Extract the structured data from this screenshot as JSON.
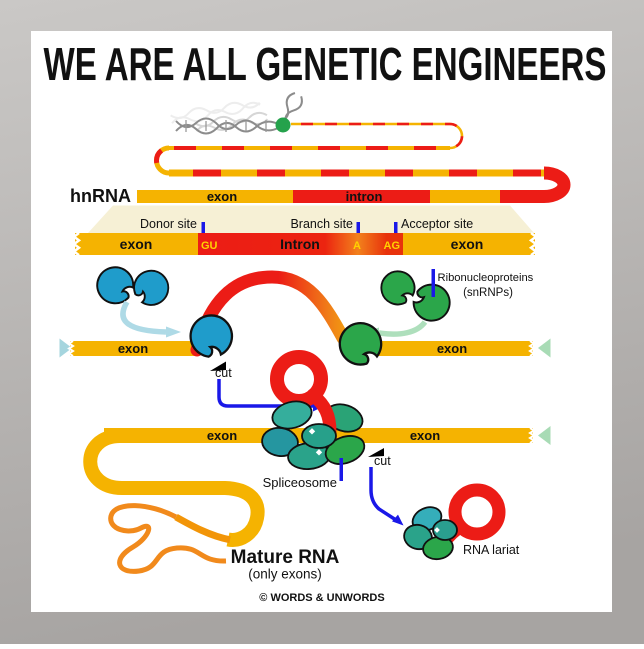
{
  "title": "WE ARE ALL GENETIC ENGINEERS",
  "hnrna": {
    "label": "hnRNA",
    "exon_label": "exon",
    "intron_label": "intron"
  },
  "zoom_bar": {
    "donor_site": "Donor site",
    "branch_site": "Branch site",
    "acceptor_site": "Acceptor site",
    "exon_left": "exon",
    "gu": "GU",
    "intron_label": "Intron",
    "branch_a": "A",
    "ag": "AG",
    "exon_right": "exon"
  },
  "snrnp": {
    "line1": "Ribonucleoproteins",
    "line2": "(snRNPs)"
  },
  "stage2": {
    "exon_left": "exon",
    "exon_right": "exon",
    "cut_label": "cut"
  },
  "stage3": {
    "exon_left": "exon",
    "exon_right": "exon",
    "cut_label": "cut",
    "spliceosome_label": "Spliceosome"
  },
  "mature": {
    "label": "Mature RNA",
    "sub": "(only exons)"
  },
  "lariat": {
    "label": "RNA lariat"
  },
  "footer": {
    "copyright": "© WORDS & UNWORDS"
  },
  "colors": {
    "exon_yellow": "#F5B301",
    "intron_red": "#EC1C16",
    "orange": "#F08018",
    "blue_snrnp": "#1F9CCB",
    "green_snrnp": "#2BA64A",
    "teal": "#2B9E8F",
    "accent_blue": "#1A18E8",
    "green_dot": "#25A24C",
    "light_blue": "#AEDAE6",
    "light_green": "#AEDFBC",
    "cream": "#F6F0D5",
    "background_gray": "#B5B2AF",
    "poster_white": "#FFFFFF"
  }
}
